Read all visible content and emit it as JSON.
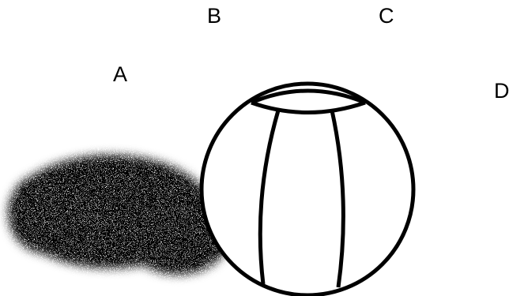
{
  "labels": {
    "a": "A",
    "b": "B",
    "c": "C",
    "d": "D"
  },
  "colors": {
    "ink": "#000000",
    "background": "#ffffff"
  }
}
